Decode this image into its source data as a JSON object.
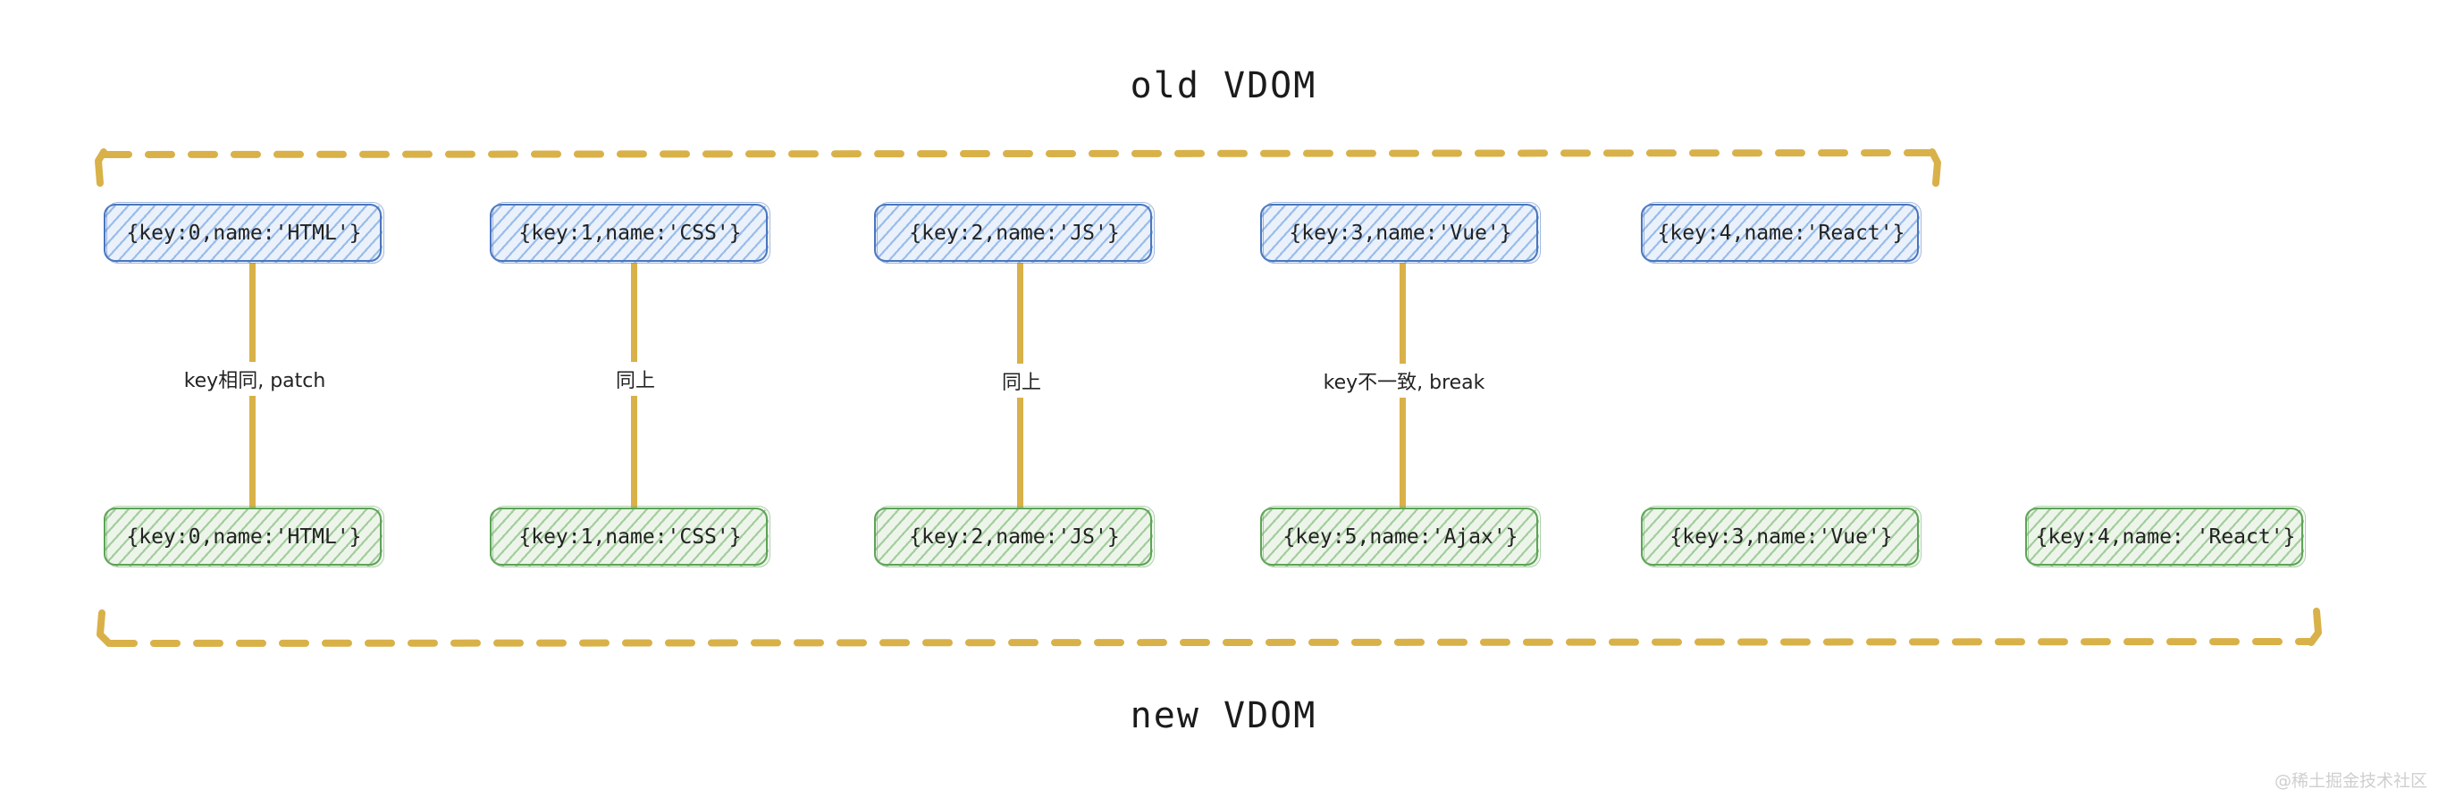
{
  "diagram": {
    "top_title": "old VDOM",
    "bottom_title": "new VDOM",
    "watermark": "@稀土掘金技术社区",
    "colors": {
      "blue_stroke": "#4a76bd",
      "blue_fill": "#eaf1fb",
      "green_stroke": "#5da356",
      "green_fill": "#edf5ea",
      "connector": "#d9b149",
      "bracket": "#d9b149",
      "text": "#222222",
      "watermark": "#cfcfcf"
    }
  },
  "old_vdom": {
    "title": "old VDOM",
    "nodes": [
      {
        "text": "{key:0,name:'HTML'}",
        "key": 0,
        "name": "HTML"
      },
      {
        "text": "{key:1,name:'CSS'}",
        "key": 1,
        "name": "CSS"
      },
      {
        "text": "{key:2,name:'JS'}",
        "key": 2,
        "name": "JS"
      },
      {
        "text": "{key:3,name:'Vue'}",
        "key": 3,
        "name": "Vue"
      },
      {
        "text": "{key:4,name:'React'}",
        "key": 4,
        "name": "React"
      }
    ]
  },
  "new_vdom": {
    "title": "new VDOM",
    "nodes": [
      {
        "text": "{key:0,name:'HTML'}",
        "key": 0,
        "name": "HTML"
      },
      {
        "text": "{key:1,name:'CSS'}",
        "key": 1,
        "name": "CSS"
      },
      {
        "text": "{key:2,name:'JS'}",
        "key": 2,
        "name": "JS"
      },
      {
        "text": "{key:5,name:'Ajax'}",
        "key": 5,
        "name": "Ajax"
      },
      {
        "text": "{key:3,name:'Vue'}",
        "key": 3,
        "name": "Vue"
      },
      {
        "text": "{key:4,name: 'React'}",
        "key": 4,
        "name": "React"
      }
    ]
  },
  "connectors": [
    {
      "label": "key相同, patch",
      "from": 0,
      "to": 0
    },
    {
      "label": "同上",
      "from": 1,
      "to": 1
    },
    {
      "label": "同上",
      "from": 2,
      "to": 2
    },
    {
      "label": "key不一致, break",
      "from": 3,
      "to": 3
    }
  ]
}
